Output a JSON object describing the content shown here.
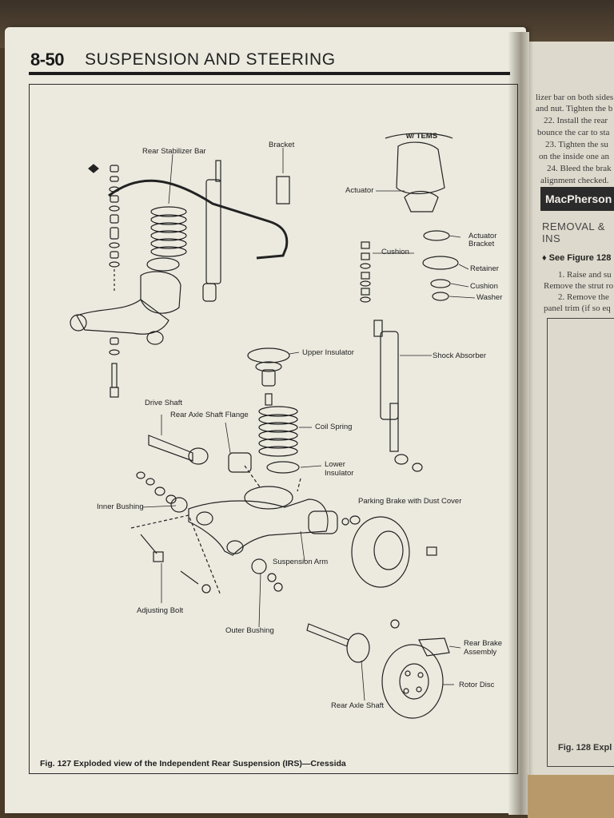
{
  "header": {
    "page_number": "8-50",
    "section_title": "SUSPENSION AND STEERING"
  },
  "labels": {
    "rear_stabilizer_bar": "Rear Stabilizer Bar",
    "bracket": "Bracket",
    "w_tems": "w/ TEMS",
    "actuator": "Actuator",
    "actuator_bracket_1": "Actuator",
    "actuator_bracket_2": "Bracket",
    "cushion_1": "Cushion",
    "retainer": "Retainer",
    "cushion_2": "Cushion",
    "washer": "Washer",
    "upper_insulator": "Upper Insulator",
    "shock_absorber": "Shock Absorber",
    "drive_shaft": "Drive Shaft",
    "rear_axle_shaft_flange": "Rear Axle Shaft Flange",
    "coil_spring": "Coil Spring",
    "lower_insulator_1": "Lower",
    "lower_insulator_2": "Insulator",
    "inner_bushing": "Inner Bushing",
    "parking_brake": "Parking Brake with Dust Cover",
    "suspension_arm": "Suspension Arm",
    "adjusting_bolt": "Adjusting Bolt",
    "outer_bushing": "Outer Bushing",
    "rear_brake_assembly_1": "Rear Brake",
    "rear_brake_assembly_2": "Assembly",
    "rotor_disc": "Rotor Disc",
    "rear_axle_shaft": "Rear Axle Shaft"
  },
  "caption": "Fig. 127 Exploded view of the Independent Rear Suspension (IRS)—Cressida",
  "right_page": {
    "lines": [
      "lizer bar on both sides",
      "and nut. Tighten the b",
      "22. Install the rear",
      "bounce the car to sta",
      "23. Tighten the su",
      "on the inside one an",
      "24. Bleed the brak",
      "alignment checked."
    ],
    "heading": "MacPherson",
    "subheading": "REMOVAL & INS",
    "see_figure": "♦ See Figure 128",
    "steps": [
      "1. Raise and su",
      "Remove the strut ro",
      "2. Remove the",
      "panel trim (if so eq"
    ],
    "fig_caption": "Fig. 128 Expl"
  }
}
